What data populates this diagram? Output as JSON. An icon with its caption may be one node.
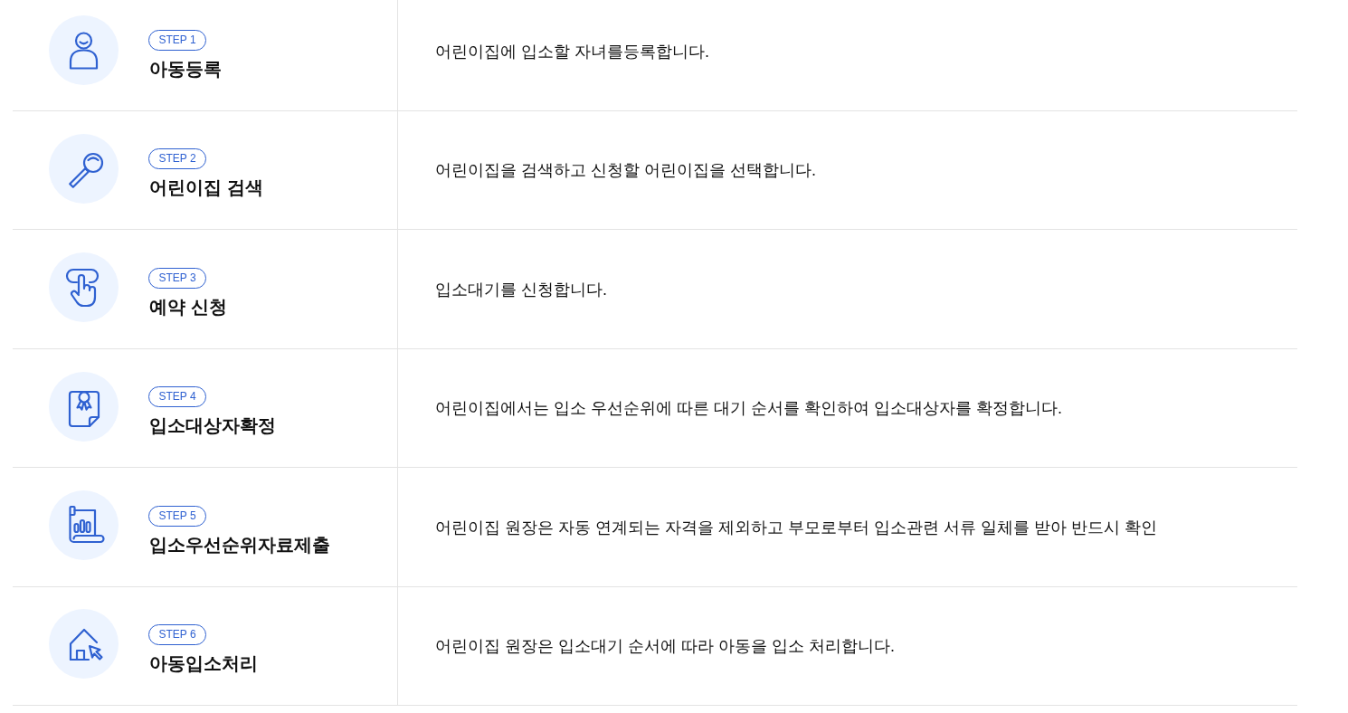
{
  "diagram": {
    "nodes": [
      {
        "text": [
          "아동등록",
          "어린이집에 입소할 자녀를등록합니다."
        ]
      },
      {
        "text": [
          "STEP 1"
        ],
        "in": 0
      },
      {
        "text": [
          "어린이집 검색",
          "어린이집을 검색하고 신청할 어린이집을 선택합니다."
        ]
      },
      {
        "text": [
          "STEP 2"
        ],
        "in": 2
      },
      {
        "text": [
          "예약 신청",
          "입소대기를 신청합니다."
        ]
      },
      {
        "text": [
          "STEP 3"
        ],
        "in": 4
      },
      {
        "text": [
          "입소대상자확정",
          "어린이집에서는 입소 우선순위에 따른 대기 순서를 확인하여 입소대상자를 확정합니다."
        ]
      },
      {
        "text": [
          "STEP 4"
        ],
        "in": 6
      },
      {
        "text": [
          "입소우선순위자료제출",
          "어린이집 원장은 자동 연계되는 자격을 제외하고 부모로부터 입소관련 서류 일체를 받아 반드시 확인"
        ]
      },
      {
        "text": [
          "STEP 5"
        ],
        "in": 8
      },
      {
        "text": [
          "아동입소처리",
          "어린이집 원장은 입소대기 순서에 따라 아동을 입소 처리합니다."
        ]
      },
      {
        "text": [
          "STEP 6"
        ],
        "in": 10
      }
    ]
  }
}
